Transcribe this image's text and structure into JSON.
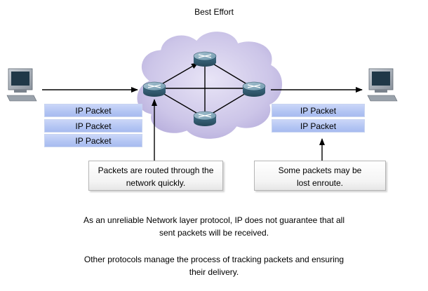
{
  "title": "Best Effort",
  "colors": {
    "packet_fill": "#b7c8f4",
    "cloud_fill": "#c9c2e6",
    "router_fill": "#4c7a92",
    "line": "#000000"
  },
  "icons": {
    "source": "computer-icon",
    "destination": "computer-icon",
    "routers": "router-icon",
    "network": "cloud-icon"
  },
  "sent_packets": [
    {
      "label": "IP Packet"
    },
    {
      "label": "IP Packet"
    },
    {
      "label": "IP Packet"
    }
  ],
  "received_packets": [
    {
      "label": "IP Packet"
    },
    {
      "label": "IP Packet"
    }
  ],
  "callouts": {
    "routed": {
      "line1": "Packets are routed through the",
      "line2": "network quickly."
    },
    "lost": {
      "line1": "Some packets may be",
      "line2": "lost enroute."
    }
  },
  "captions": {
    "first": {
      "line1": "As an unreliable Network layer protocol, IP does not guarantee that all",
      "line2": "sent packets will be received."
    },
    "second": {
      "line1": "Other protocols manage the process of tracking packets and ensuring",
      "line2": "their delivery."
    }
  }
}
